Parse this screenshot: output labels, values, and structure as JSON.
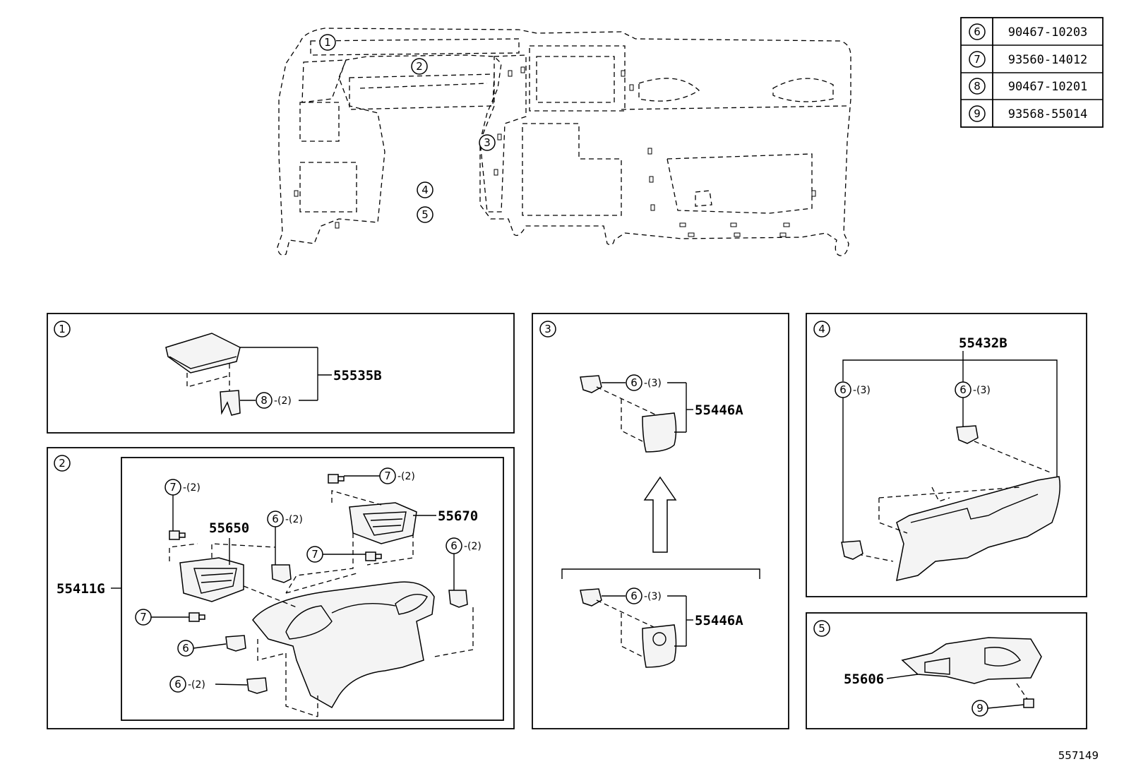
{
  "legend": [
    {
      "ref": "6",
      "part": "90467-10203"
    },
    {
      "ref": "7",
      "part": "93560-14012"
    },
    {
      "ref": "8",
      "part": "90467-10201"
    },
    {
      "ref": "9",
      "part": "93568-55014"
    }
  ],
  "overview": {
    "callouts": [
      "1",
      "2",
      "3",
      "4",
      "5"
    ]
  },
  "panel1": {
    "num": "1",
    "part": "55535B",
    "ref8": "8",
    "qty8": "-(2)"
  },
  "panel2": {
    "num": "2",
    "main_part": "55411G",
    "part_left_vent": "55650",
    "part_right_vent": "55670",
    "ref7": "7",
    "ref6": "6",
    "qty2": "-(2)"
  },
  "panel3": {
    "num": "3",
    "part_top": "55446A",
    "part_bottom": "55446A",
    "ref6": "6",
    "qty3": "-(3)"
  },
  "panel4": {
    "num": "4",
    "part": "55432B",
    "ref6": "6",
    "qty3": "-(3)"
  },
  "panel5": {
    "num": "5",
    "part": "55606",
    "ref9": "9"
  },
  "footer": {
    "diagram_id": "557149"
  }
}
